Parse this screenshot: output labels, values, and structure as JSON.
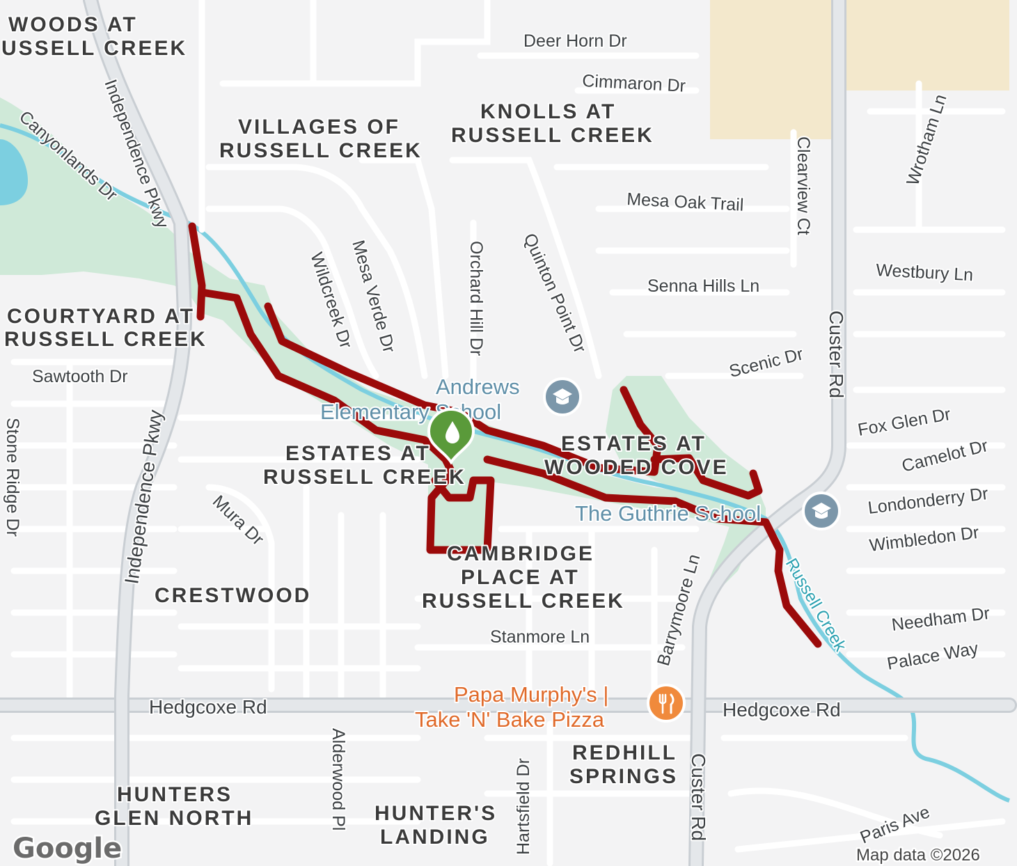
{
  "map": {
    "colors": {
      "land": "#f3f3f4",
      "road": "#ffffff",
      "major_road": "#c9ced3",
      "park": "#cfe9d8",
      "water": "#7ccfe0",
      "commercial": "#f3e8cc",
      "route": "#9b0a0a",
      "marker": "#5a9a3a",
      "poi_blue": "#5f8fa8",
      "poi_orange": "#e06a2a"
    },
    "neighborhoods": [
      "WOODS AT",
      "USSELL CREEK",
      "VILLAGES OF",
      "RUSSELL CREEK",
      "KNOLLS AT",
      "RUSSELL CREEK",
      "COURTYARD AT",
      "RUSSELL CREEK",
      "ESTATES AT",
      "RUSSELL CREEK",
      "ESTATES AT",
      "WOODED COVE",
      "CAMBRIDGE",
      "PLACE AT",
      "RUSSELL CREEK",
      "CRESTWOOD",
      "REDHILL",
      "SPRINGS",
      "HUNTERS",
      "GLEN NORTH",
      "HUNTER'S",
      "LANDING"
    ],
    "streets": [
      "Deer Horn Dr",
      "Cimmaron Dr",
      "Canyonlands Dr",
      "Independence Pkwy",
      "Mesa Oak Trail",
      "Clearview Ct",
      "Wrotham Ln",
      "Westbury Ln",
      "Senna Hills Ln",
      "Wildcreek Dr",
      "Mesa Verde Dr",
      "Orchard Hill Dr",
      "Quinton Point Dr",
      "Scenic Dr",
      "Custer Rd",
      "Sawtooth Dr",
      "Independence Pkwy",
      "Stone Ridge Dr",
      "Fox Glen Dr",
      "Camelot Dr",
      "Londonderry Dr",
      "Wimbledon Dr",
      "Mura Dr",
      "Barrymoore Ln",
      "Needham Dr",
      "Palace Way",
      "Stanmore Ln",
      "Hedgcoxe Rd",
      "Hedgcoxe Rd",
      "Alderwood Pl",
      "Hartsfield Dr",
      "Custer Rd",
      "Paris Ave"
    ],
    "water_label": "Russell Creek",
    "pois": {
      "school1_line1": "Andrews",
      "school1_line2": "Elementary School",
      "school2": "The Guthrie School",
      "restaurant_line1": "Papa Murphy's |",
      "restaurant_line2": "Take 'N' Bake Pizza"
    },
    "icons": {
      "school": "graduation-cap-icon",
      "restaurant": "fork-knife-icon",
      "marker": "water-drop-icon"
    },
    "attribution": "Map data ©2026",
    "logo": "Google"
  }
}
